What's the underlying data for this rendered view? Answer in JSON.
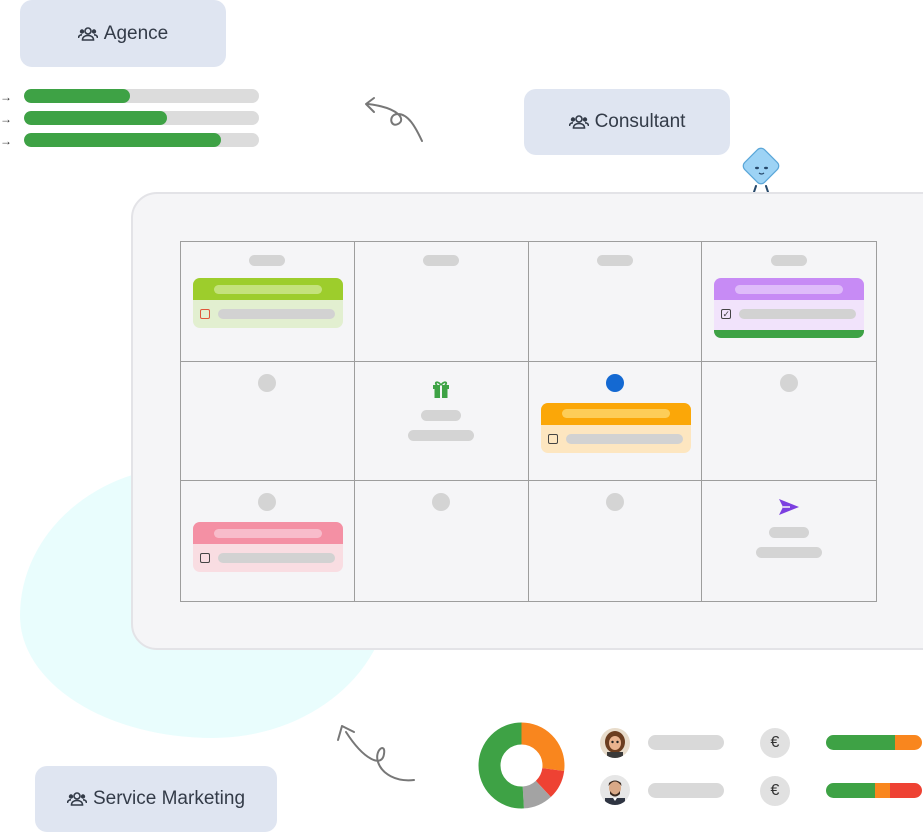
{
  "roles": {
    "agence": "Agence",
    "consultant": "Consultant",
    "service_marketing": "Service Marketing"
  },
  "progress_bars": [
    {
      "arrow": "→",
      "fill": 0.45
    },
    {
      "arrow": "→",
      "fill": 0.61
    },
    {
      "arrow": "→",
      "fill": 0.84
    }
  ],
  "icons": {
    "role": "users-icon",
    "gift": "gift-icon",
    "send": "send-icon",
    "mascot": "mascot-icon",
    "currency": "euro-icon"
  },
  "colors": {
    "green": "#3ea245",
    "lime": "#9dcd2c",
    "purple": "#c78bf5",
    "orange": "#fba708",
    "pink": "#f490a4",
    "blue": "#1469d2",
    "red": "#ee4233",
    "grey": "#d4d4d4"
  },
  "donut": [
    {
      "color": "#f9861e",
      "value": 0.27
    },
    {
      "color": "#ee4233",
      "value": 0.11
    },
    {
      "color": "#a3a3a3",
      "value": 0.11
    },
    {
      "color": "#3ea245",
      "value": 0.51
    }
  ],
  "rows": [
    {
      "currency": "€",
      "segments": [
        {
          "color": "#3ea245",
          "value": 0.72
        },
        {
          "color": "#f9861e",
          "value": 0.28
        }
      ]
    },
    {
      "currency": "€",
      "segments": [
        {
          "color": "#3ea245",
          "value": 0.51
        },
        {
          "color": "#f9861e",
          "value": 0.16
        },
        {
          "color": "#ee4233",
          "value": 0.33
        }
      ]
    }
  ]
}
